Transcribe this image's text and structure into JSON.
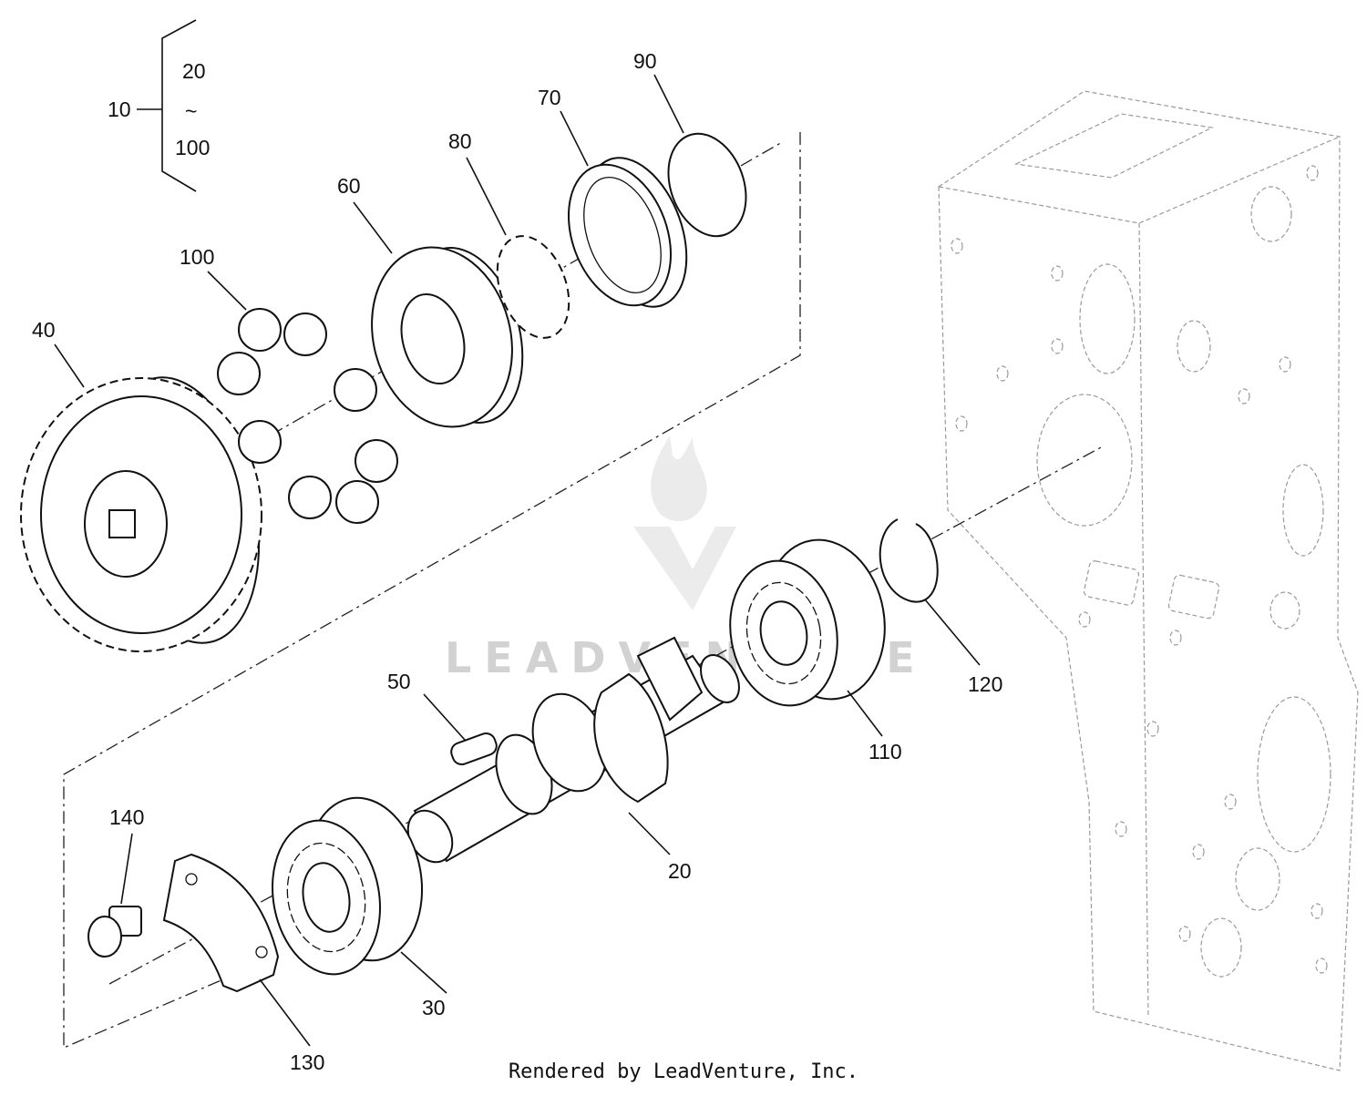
{
  "footer": "Rendered by LeadVenture, Inc.",
  "watermark": "LEADVENTURE",
  "assembly": {
    "label": "10",
    "range_start": "20",
    "range_separator": "~",
    "range_end": "100"
  },
  "callouts": {
    "c20": "20",
    "c30": "30",
    "c40": "40",
    "c50": "50",
    "c60": "60",
    "c70": "70",
    "c80": "80",
    "c90": "90",
    "c100": "100",
    "c110": "110",
    "c120": "120",
    "c130": "130",
    "c140": "140"
  }
}
